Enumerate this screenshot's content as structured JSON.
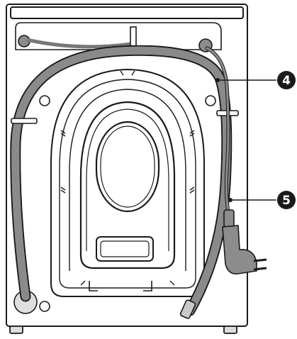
{
  "callouts": [
    {
      "label": "4",
      "points_to": "drain-hose"
    },
    {
      "label": "5",
      "points_to": "power-cord-plug"
    }
  ],
  "colors": {
    "outline": "#1a1a1a",
    "hose_fill": "#c8c8c8",
    "hose_rib": "#8a8a8a",
    "cable": "#8c8c8c",
    "panel_fill": "#ffffff",
    "foot_fill": "#dedede",
    "callout_bg": "#1a1a1a",
    "callout_text": "#ffffff"
  }
}
